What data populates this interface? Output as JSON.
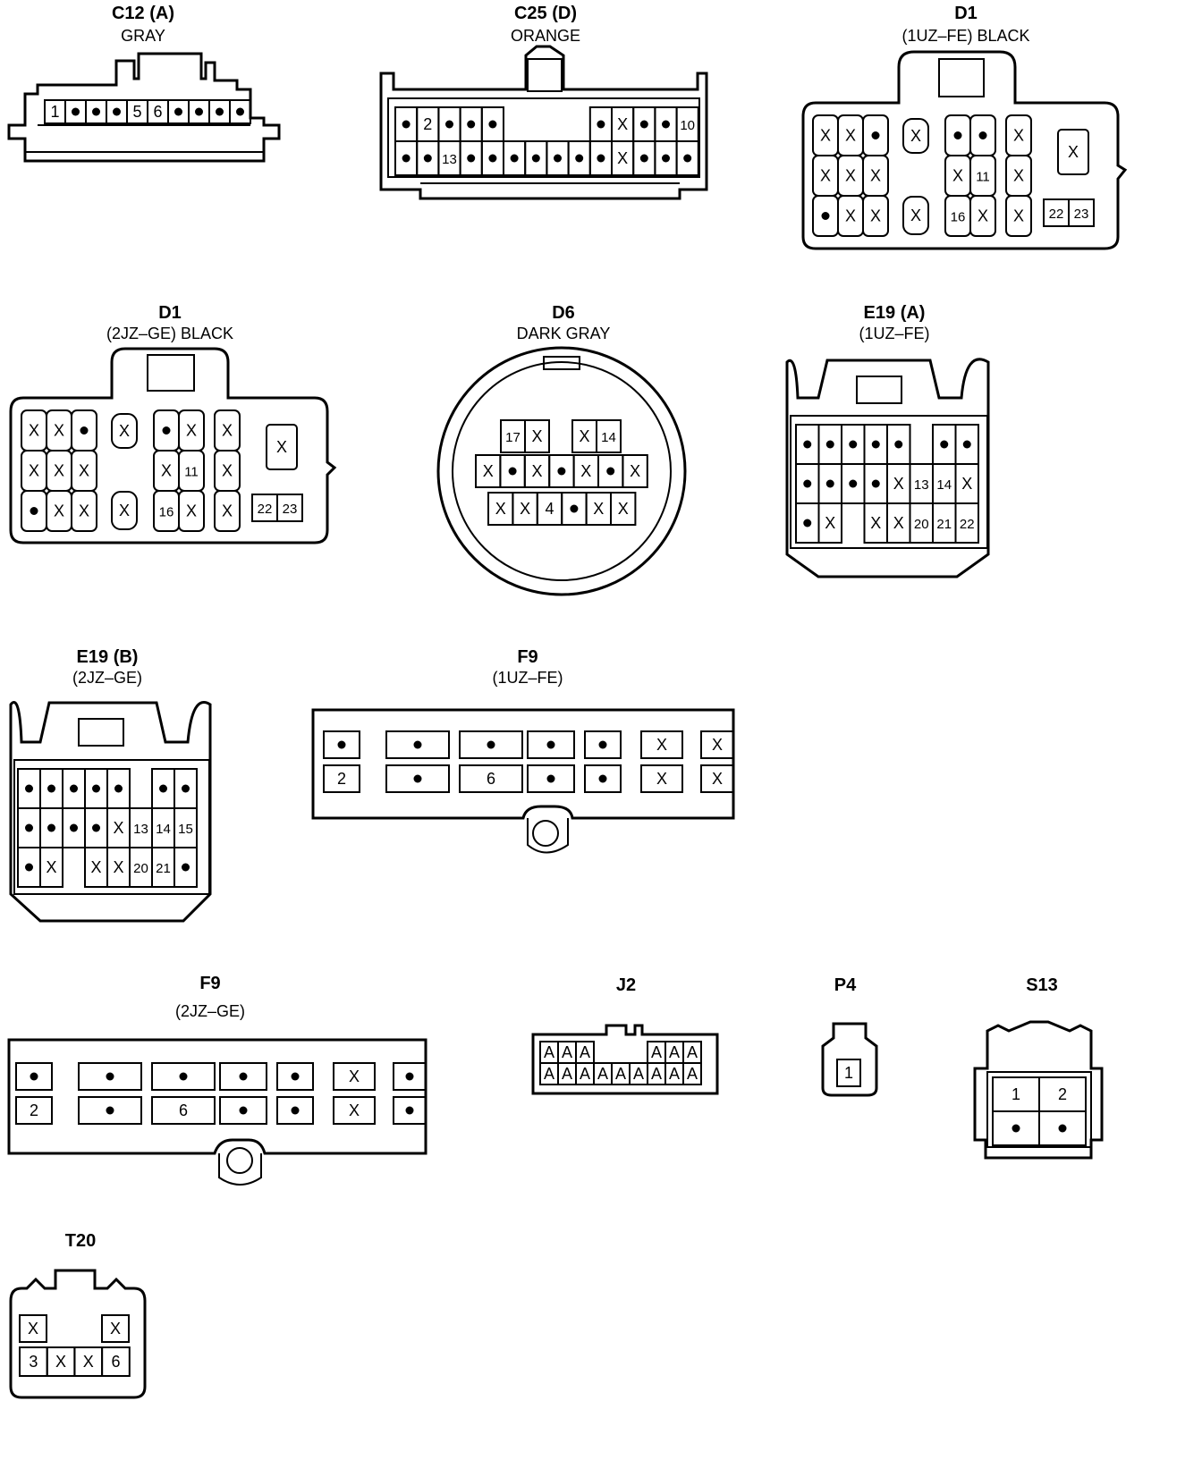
{
  "connectors": [
    {
      "id": "C12 (A)",
      "title": "C12 (A)",
      "subtitle": "GRAY",
      "rows": [
        [
          "1",
          "•",
          "•",
          "•",
          "5",
          "6",
          "•",
          "•",
          "•",
          "•"
        ]
      ]
    },
    {
      "id": "C25 (D)",
      "title": "C25 (D)",
      "subtitle": "ORANGE",
      "rows": [
        [
          "•",
          "2",
          "•",
          "•",
          "•",
          "",
          "",
          "",
          "",
          "•",
          "X",
          "•",
          "•",
          "10"
        ],
        [
          "•",
          "•",
          "13",
          "•",
          "•",
          "•",
          "•",
          "•",
          "•",
          "•",
          "X",
          "•",
          "•",
          "•"
        ]
      ]
    },
    {
      "id": "D1-1UZ",
      "title": "D1",
      "subtitle": "(1UZ–FE)  BLACK",
      "groups": [
        {
          "name": "left",
          "rows": [
            [
              "X",
              "X",
              "•"
            ],
            [
              "X",
              "X",
              "X"
            ],
            [
              "•",
              "X",
              "X"
            ]
          ]
        },
        {
          "name": "single-top",
          "rows": [
            [
              "X"
            ]
          ]
        },
        {
          "name": "single-bottom",
          "rows": [
            [
              "X"
            ]
          ]
        },
        {
          "name": "mid",
          "rows": [
            [
              "•",
              "•"
            ],
            [
              "X",
              "11"
            ],
            [
              "16",
              "X"
            ]
          ]
        },
        {
          "name": "col",
          "rows": [
            [
              "X"
            ],
            [
              "X"
            ],
            [
              "X"
            ]
          ]
        },
        {
          "name": "sensor",
          "rows": [
            [
              "X"
            ]
          ]
        },
        {
          "name": "pair",
          "rows": [
            [
              "22",
              "23"
            ]
          ]
        }
      ]
    },
    {
      "id": "D1-2JZ",
      "title": "D1",
      "subtitle": "(2JZ–GE)   BLACK",
      "groups": [
        {
          "name": "left",
          "rows": [
            [
              "X",
              "X",
              "•"
            ],
            [
              "X",
              "X",
              "X"
            ],
            [
              "•",
              "X",
              "X"
            ]
          ]
        },
        {
          "name": "single-top",
          "rows": [
            [
              "X"
            ]
          ]
        },
        {
          "name": "single-bottom",
          "rows": [
            [
              "X"
            ]
          ]
        },
        {
          "name": "mid",
          "rows": [
            [
              "•",
              "X"
            ],
            [
              "X",
              "11"
            ],
            [
              "16",
              "X"
            ]
          ]
        },
        {
          "name": "col",
          "rows": [
            [
              "X"
            ],
            [
              "X"
            ],
            [
              "X"
            ]
          ]
        },
        {
          "name": "sensor",
          "rows": [
            [
              "X"
            ]
          ]
        },
        {
          "name": "pair",
          "rows": [
            [
              "22",
              "23"
            ]
          ]
        }
      ]
    },
    {
      "id": "D6",
      "title": "D6",
      "subtitle": "DARK GRAY",
      "rows": [
        [
          "17",
          "X",
          "X",
          "14"
        ],
        [
          "X",
          "•",
          "X",
          "•",
          "X",
          "•",
          "X"
        ],
        [
          "X",
          "X",
          "4",
          "•",
          "X",
          "X"
        ]
      ]
    },
    {
      "id": "E19 (A)",
      "title": "E19 (A)",
      "subtitle": "(1UZ–FE)",
      "rows": [
        [
          "•",
          "•",
          "•",
          "•",
          "•",
          "",
          "•",
          "•"
        ],
        [
          "•",
          "•",
          "•",
          "•",
          "X",
          "13",
          "14",
          "X"
        ],
        [
          "•",
          "X",
          "",
          "X",
          "X",
          "20",
          "21",
          "22"
        ]
      ]
    },
    {
      "id": "E19 (B)",
      "title": "E19 (B)",
      "subtitle": "(2JZ–GE)",
      "rows": [
        [
          "•",
          "•",
          "•",
          "•",
          "•",
          "",
          "•",
          "•"
        ],
        [
          "•",
          "•",
          "•",
          "•",
          "X",
          "13",
          "14",
          "15"
        ],
        [
          "•",
          "X",
          "",
          "X",
          "X",
          "20",
          "21",
          "•"
        ]
      ]
    },
    {
      "id": "F9-1UZ",
      "title": "F9",
      "subtitle": "(1UZ–FE)",
      "blocks": [
        {
          "cells": [
            "•",
            "2"
          ]
        },
        {
          "cells": [
            "•",
            "•"
          ]
        },
        {
          "cells": [
            "•",
            "6"
          ]
        },
        {
          "cells": [
            "•",
            "•"
          ]
        },
        {
          "cells": [
            "•",
            "•"
          ]
        },
        {
          "cells": [
            "X",
            "X"
          ]
        },
        {
          "cells": [
            "X",
            "X"
          ]
        }
      ]
    },
    {
      "id": "F9-2JZ",
      "title": "F9",
      "subtitle": "(2JZ–GE)",
      "blocks": [
        {
          "cells": [
            "•",
            "2"
          ]
        },
        {
          "cells": [
            "•",
            "•"
          ]
        },
        {
          "cells": [
            "•",
            "6"
          ]
        },
        {
          "cells": [
            "•",
            "•"
          ]
        },
        {
          "cells": [
            "•",
            "•"
          ]
        },
        {
          "cells": [
            "X",
            "X"
          ]
        },
        {
          "cells": [
            "•",
            "•"
          ]
        }
      ]
    },
    {
      "id": "J2",
      "title": "J2",
      "subtitle": "",
      "rows": [
        [
          "A",
          "A",
          "A",
          "",
          "",
          "",
          "A",
          "A",
          "A"
        ],
        [
          "A",
          "A",
          "A",
          "A",
          "A",
          "A",
          "A",
          "A",
          "A"
        ]
      ]
    },
    {
      "id": "P4",
      "title": "P4",
      "subtitle": "",
      "rows": [
        [
          "1"
        ]
      ]
    },
    {
      "id": "S13",
      "title": "S13",
      "subtitle": "",
      "rows": [
        [
          "1",
          "2"
        ],
        [
          "•",
          "•"
        ]
      ]
    },
    {
      "id": "T20",
      "title": "T20",
      "subtitle": "",
      "rows": [
        [
          "X",
          "X"
        ],
        [
          "3",
          "X",
          "X",
          "6"
        ]
      ]
    }
  ]
}
